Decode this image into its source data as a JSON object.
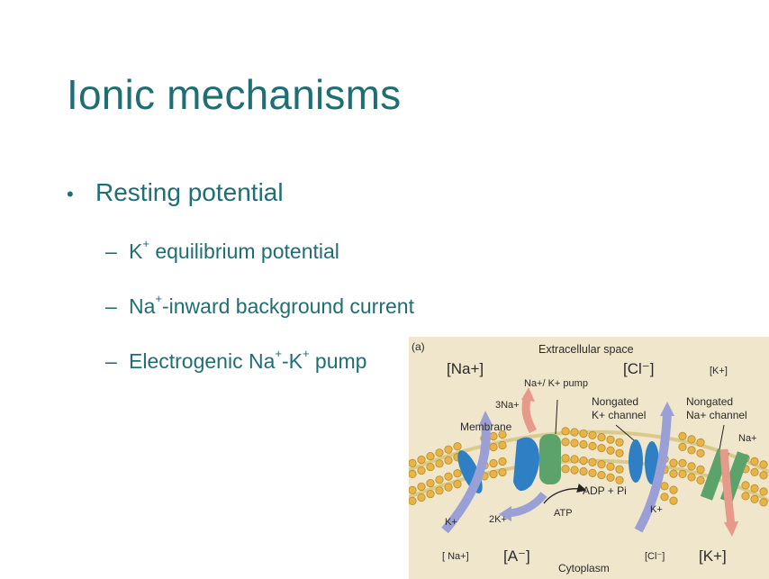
{
  "slide": {
    "title": "Ionic mechanisms",
    "bullet": {
      "dot": "•",
      "text": "Resting potential"
    },
    "subbullets": [
      {
        "dash": "–",
        "pre": "K",
        "sup": "+",
        "post": " equilibrium potential"
      },
      {
        "dash": "–",
        "pre": "Na",
        "sup": "+",
        "post": "-inward background current"
      },
      {
        "dash": "–",
        "pre": "Electrogenic Na",
        "sup": "+",
        "mid": "-K",
        "sup2": "+",
        "post": " pump"
      }
    ]
  },
  "figure": {
    "panel_label": "(a)",
    "extracellular": "Extracellular space",
    "cytoplasm": "Cytoplasm",
    "na_out": "[Na+]",
    "cl_out": "[Cl⁻]",
    "k_out": "[K+]",
    "pump": "Na+/ K+ pump",
    "three_na": "3Na+",
    "membrane": "Membrane",
    "k_channel_1": "Nongated",
    "k_channel_2": "K+ channel",
    "na_channel_1": "Nongated",
    "na_channel_2": "Na+ channel",
    "na_plus": "Na+",
    "adp": "ADP + Pi",
    "atp": "ATP",
    "two_k": "2K+",
    "k_left": "K+",
    "k_mid": "K+",
    "na_in": "[ Na+]",
    "a_in": "[A⁻]",
    "cl_in": "[Cl⁻]",
    "k_in": "[K+]"
  }
}
